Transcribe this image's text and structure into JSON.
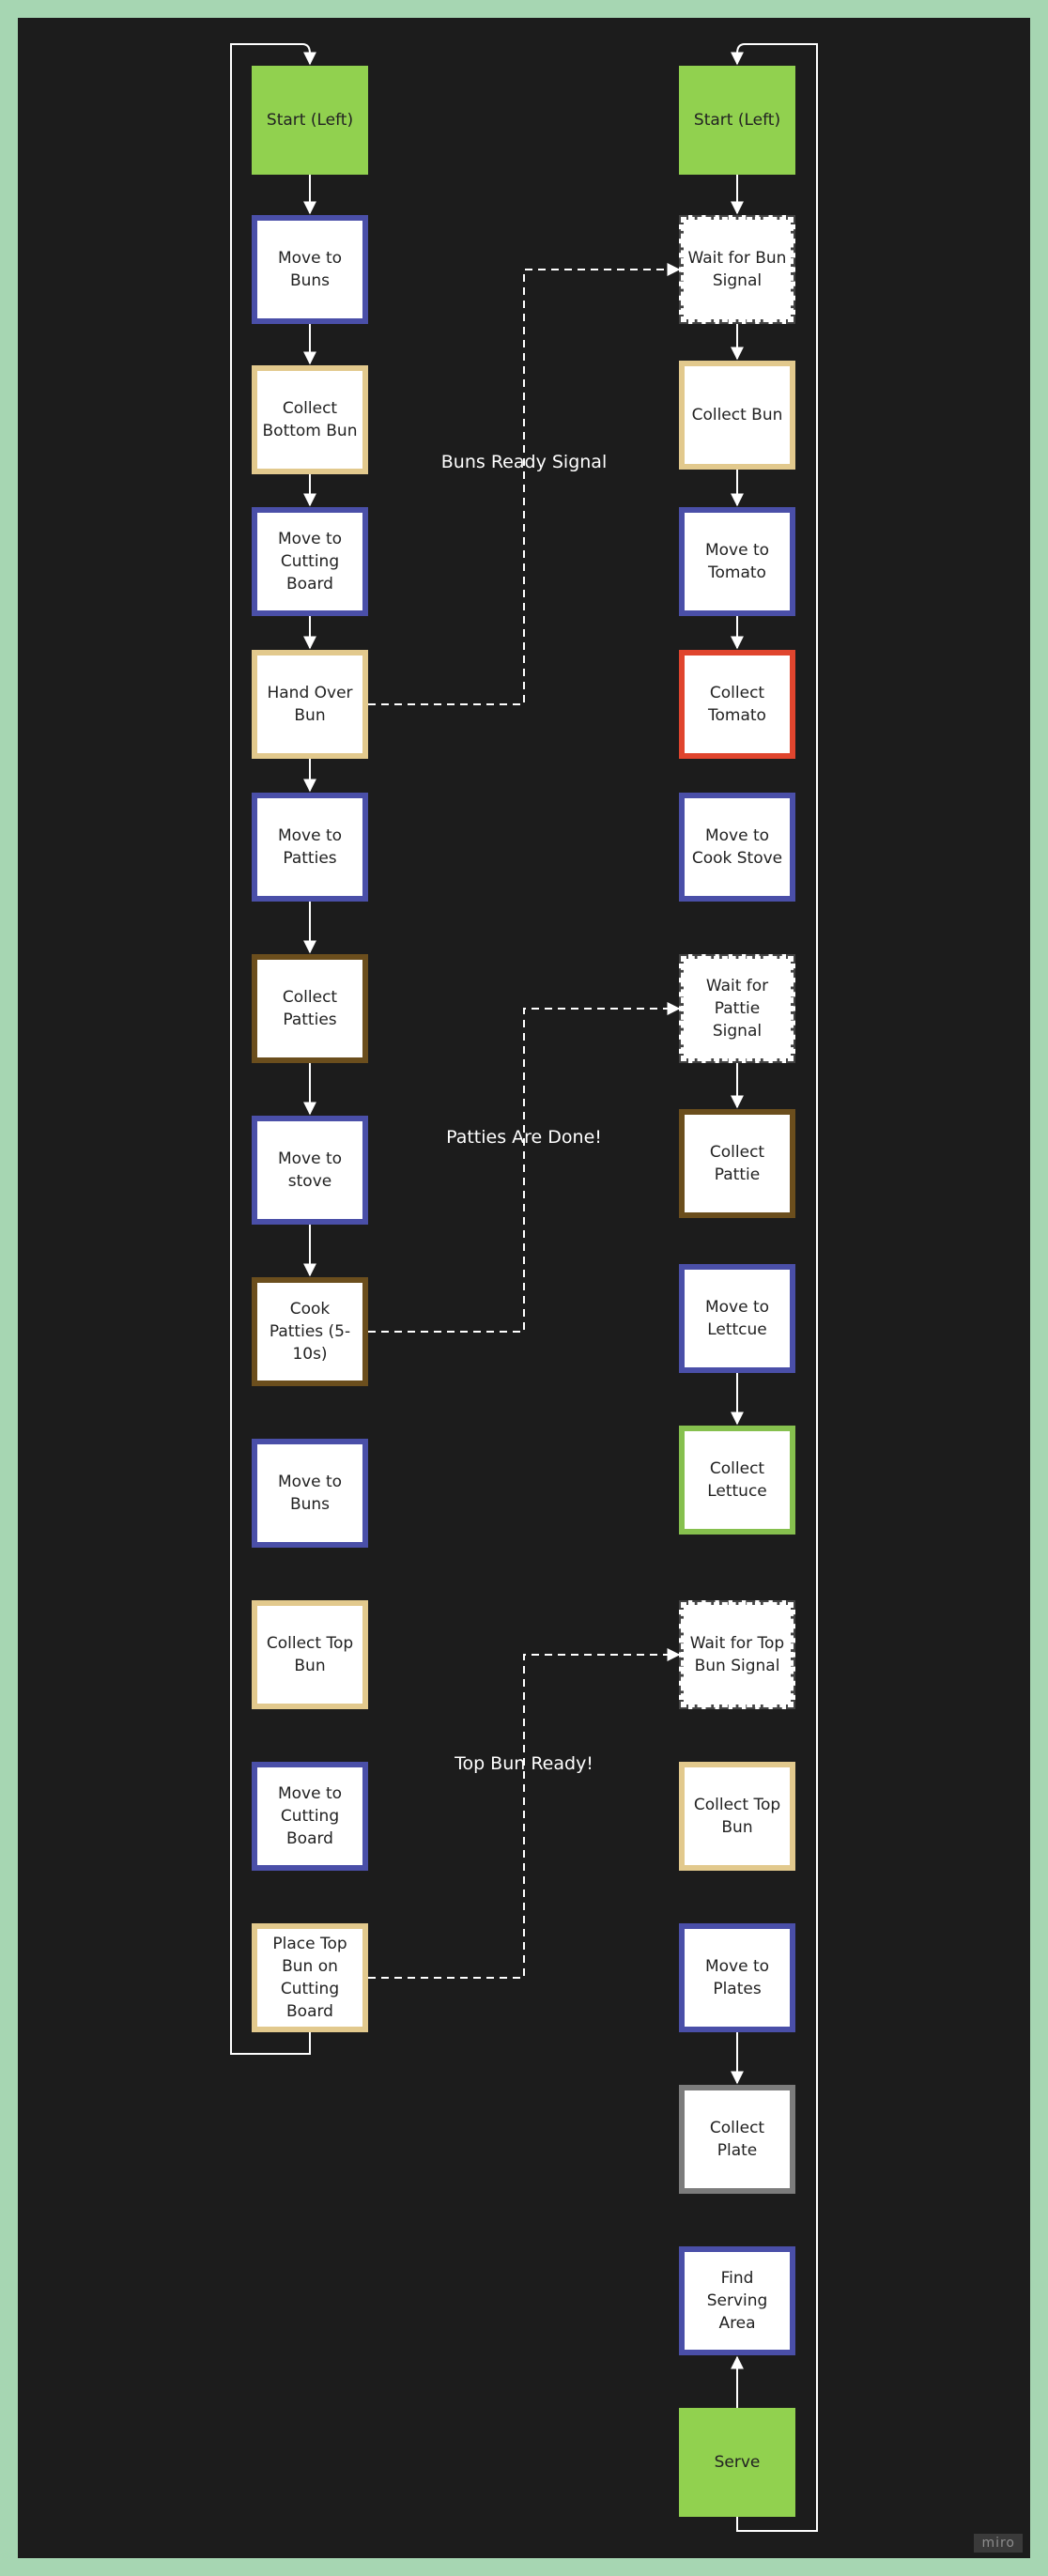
{
  "left_lane": [
    {
      "label": "Start (Left)",
      "kind": "start"
    },
    {
      "label": "Move to Buns",
      "kind": "move"
    },
    {
      "label": "Collect Bottom Bun",
      "kind": "bun"
    },
    {
      "label": "Move to Cutting Board",
      "kind": "move"
    },
    {
      "label": "Hand Over Bun",
      "kind": "bun"
    },
    {
      "label": "Move to Patties",
      "kind": "move"
    },
    {
      "label": "Collect Patties",
      "kind": "patty"
    },
    {
      "label": "Move to stove",
      "kind": "move"
    },
    {
      "label": "Cook Patties (5-10s)",
      "kind": "patty"
    },
    {
      "label": "Move to Buns",
      "kind": "move"
    },
    {
      "label": "Collect Top Bun",
      "kind": "bun"
    },
    {
      "label": "Move to Cutting Board",
      "kind": "move"
    },
    {
      "label": "Place Top Bun on Cutting Board",
      "kind": "bun"
    }
  ],
  "right_lane": [
    {
      "label": "Start (Left)",
      "kind": "start"
    },
    {
      "label": "Wait for Bun Signal",
      "kind": "wait"
    },
    {
      "label": "Collect Bun",
      "kind": "bun"
    },
    {
      "label": "Move to Tomato",
      "kind": "move"
    },
    {
      "label": "Collect Tomato",
      "kind": "tomato"
    },
    {
      "label": "Move to Cook Stove",
      "kind": "move"
    },
    {
      "label": "Wait for Pattie Signal",
      "kind": "wait"
    },
    {
      "label": "Collect Pattie",
      "kind": "patty"
    },
    {
      "label": "Move to Lettcue",
      "kind": "move"
    },
    {
      "label": "Collect Lettuce",
      "kind": "lettuce"
    },
    {
      "label": "Wait for Top Bun Signal",
      "kind": "wait"
    },
    {
      "label": "Collect Top Bun",
      "kind": "bun"
    },
    {
      "label": "Move to Plates",
      "kind": "move"
    },
    {
      "label": "Collect Plate",
      "kind": "plate"
    },
    {
      "label": "Find Serving Area",
      "kind": "move"
    },
    {
      "label": "Serve",
      "kind": "start"
    }
  ],
  "signals": [
    {
      "label": "Buns Ready Signal",
      "from": "Hand Over Bun",
      "to": "Wait for Bun Signal"
    },
    {
      "label": "Patties Are Done!",
      "from": "Cook Patties (5-10s)",
      "to": "Wait for Pattie Signal"
    },
    {
      "label": "Top Bun Ready!",
      "from": "Place Top Bun on Cutting Board",
      "to": "Wait for Top Bun Signal"
    }
  ],
  "colors": {
    "background": "#1c1c1c",
    "frame": "#a6d6b2",
    "start": "#91d14f",
    "move": "#4a4fa8",
    "bun": "#e2c98d",
    "tomato": "#e0452e",
    "patty": "#6b4e1d",
    "lettuce": "#86c04e",
    "plate": "#7c7c7c"
  },
  "watermark": "miro"
}
